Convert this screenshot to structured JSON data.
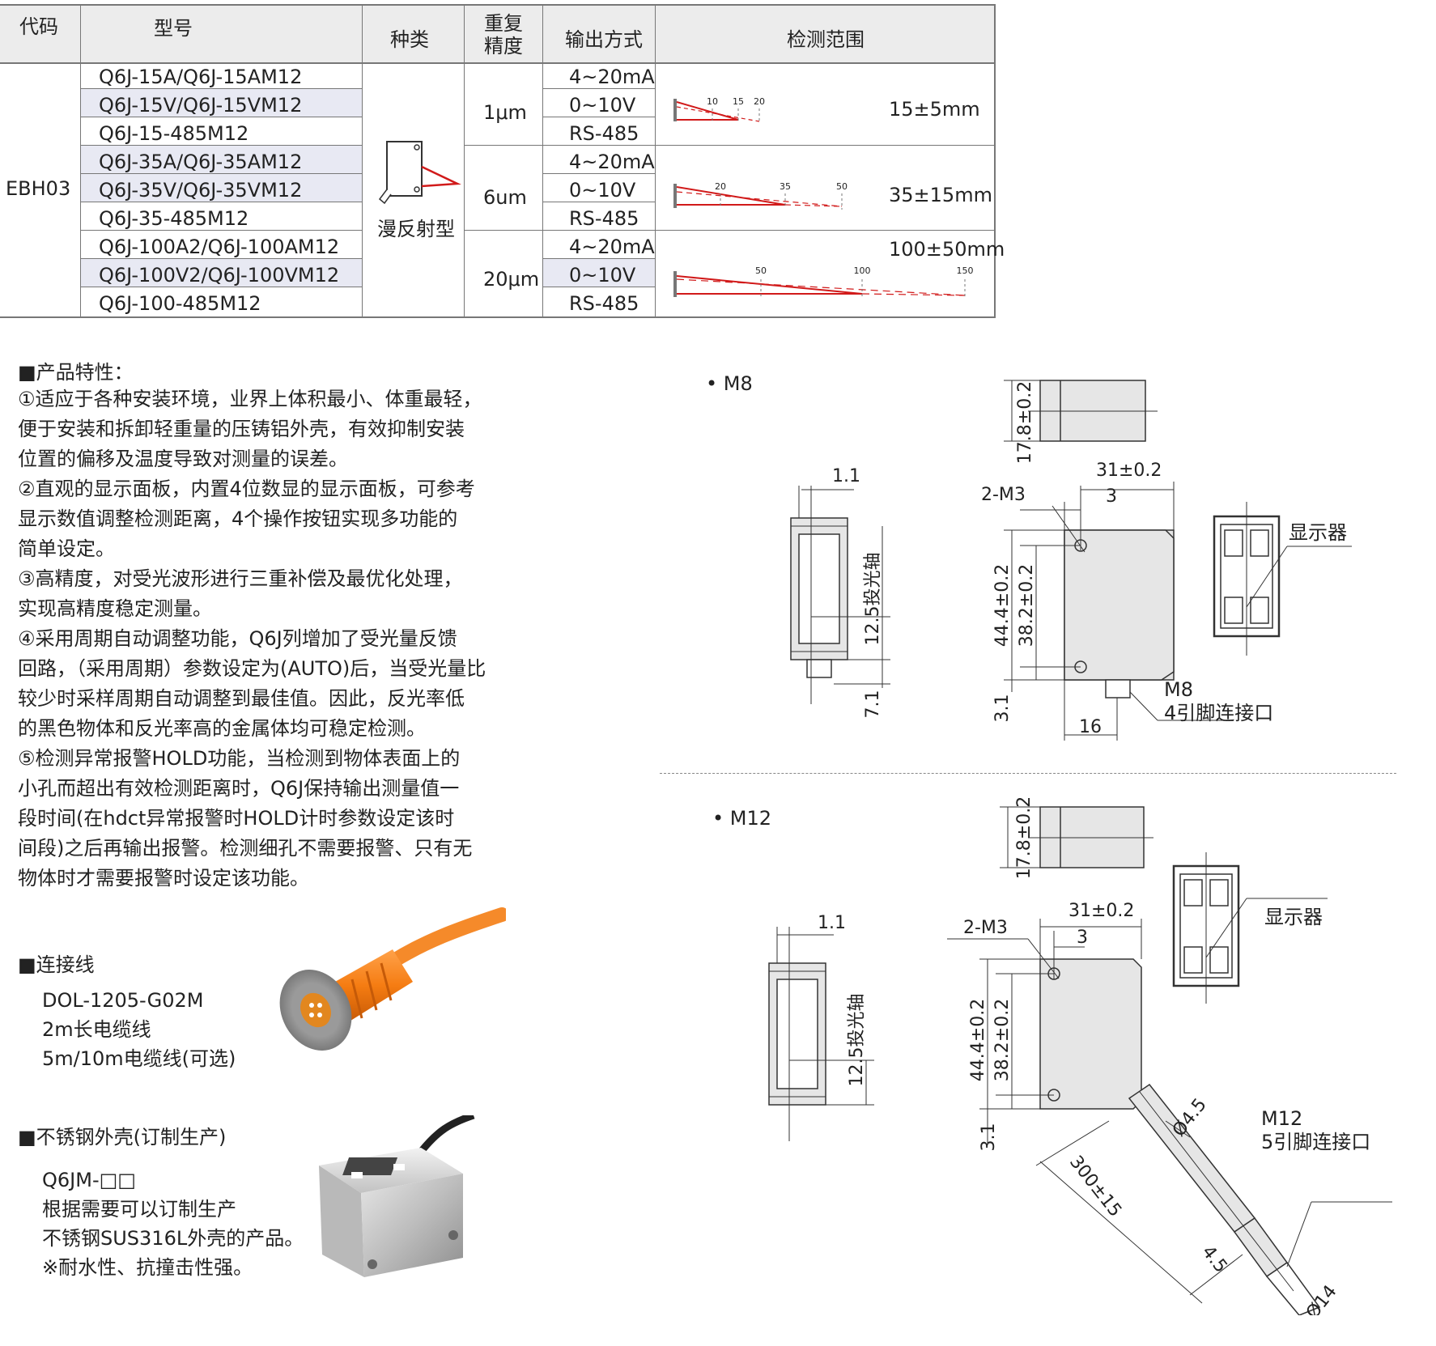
{
  "table": {
    "headers": {
      "code": "代码",
      "model": "型号",
      "type": "种类",
      "repeat_precision": [
        "重复",
        "精度"
      ],
      "output": "输出方式",
      "range": "检测范围"
    },
    "code": "EBH03",
    "type_label": "漫反射型",
    "groups": [
      {
        "precision": "1μm",
        "range": "15±5mm",
        "diagram_ticks": [
          "10",
          "15",
          "20"
        ],
        "rows": [
          {
            "model": "Q6J-15A/Q6J-15AM12",
            "output": "4~20mA"
          },
          {
            "model": "Q6J-15V/Q6J-15VM12",
            "output": "0~10V"
          },
          {
            "model": "Q6J-15-485M12",
            "output": "RS-485"
          }
        ]
      },
      {
        "precision": "6um",
        "range": "35±15mm",
        "diagram_ticks": [
          "20",
          "35",
          "50"
        ],
        "rows": [
          {
            "model": "Q6J-35A/Q6J-35AM12",
            "output": "4~20mA"
          },
          {
            "model": "Q6J-35V/Q6J-35VM12",
            "output": "0~10V"
          },
          {
            "model": "Q6J-35-485M12",
            "output": "RS-485"
          }
        ]
      },
      {
        "precision": "20μm",
        "range": "100±50mm",
        "diagram_ticks": [
          "50",
          "100",
          "150"
        ],
        "rows": [
          {
            "model": "Q6J-100A2/Q6J-100AM12",
            "output": "4~20mA"
          },
          {
            "model": "Q6J-100V2/Q6J-100VM12",
            "output": "0~10V"
          },
          {
            "model": "Q6J-100-485M12",
            "output": "RS-485"
          }
        ]
      }
    ]
  },
  "features": {
    "title": "■产品特性：",
    "lines": [
      "①适应于各种安装环境，业界上体积最小、体重最轻，",
      "便于安装和拆卸轻重量的压铸铝外壳，有效抑制安装",
      "位置的偏移及温度导致对测量的误差。",
      "②直观的显示面板，内置4位数显的显示面板，可参考",
      "显示数值调整检测距离，4个操作按钮实现多功能的",
      "简单设定。",
      "③高精度，对受光波形进行三重补偿及最优化处理，",
      "实现高精度稳定测量。",
      "④采用周期自动调整功能，Q6J列增加了受光量反馈",
      "回路，（采用周期）参数设定为(AUTO)后，当受光量比",
      "较少时采样周期自动调整到最佳值。因此，反光率低",
      "的黑色物体和反光率高的金属体均可稳定检测。",
      "⑤检测异常报警HOLD功能，当检测到物体表面上的",
      "小孔而超出有效检测距离时，Q6J保持输出测量值一",
      "段时间(在hdct异常报警时HOLD计时参数设定该时",
      "间段)之后再输出报警。检测细孔不需要报警、只有无",
      "物体时才需要报警时设定该功能。"
    ]
  },
  "cable": {
    "title": "■连接线",
    "lines": [
      "DOL-1205-G02M",
      "2m长电缆线",
      "5m/10m电缆线(可选)"
    ]
  },
  "housing": {
    "title": "■不锈钢外壳(订制生产)",
    "lines": [
      "Q6JM-□□",
      "根据需要可以订制生产",
      "不锈钢SUS316L外壳的产品。",
      "※耐水性、抗撞击性强。"
    ]
  },
  "drawing_m8": {
    "label": "• M8",
    "dims": {
      "top_height": "17.8±0.2",
      "side_width": "1.1",
      "side_axis": "12.5投光轴",
      "side_bottom": "7.1",
      "front_width": "31±0.2",
      "front_offset": "3",
      "holes": "2-M3",
      "height": "44.4±0.2",
      "hole_pitch": "38.2±0.2",
      "bottom": "3.1",
      "connector_pos": "16"
    },
    "display_label": "显示器",
    "connector_label": [
      "M8",
      "4引脚连接口"
    ]
  },
  "drawing_m12": {
    "label": "• M12",
    "dims": {
      "top_height": "17.8±0.2",
      "side_width": "1.1",
      "side_axis": "12.5投光轴",
      "front_width": "31±0.2",
      "front_offset": "3",
      "holes": "2-M3",
      "height": "44.4±0.2",
      "hole_pitch": "38.2±0.2",
      "bottom": "3.1",
      "cable_dia": "Ø4.5",
      "cable_len": "300±15",
      "conn_len": "4.5",
      "conn_dia": "Ø14"
    },
    "display_label": "显示器",
    "connector_label": [
      "M12",
      "5引脚连接口"
    ]
  },
  "colors": {
    "laser": "#d11a1a",
    "grid": "#777777",
    "header_bg": "#ececec",
    "alt_row": "#e8e9f3"
  }
}
